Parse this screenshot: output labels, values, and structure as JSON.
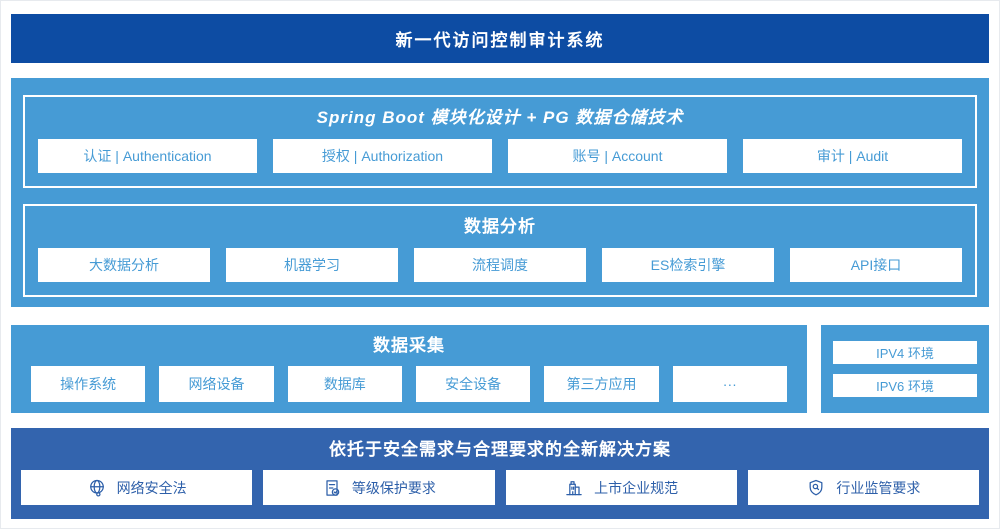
{
  "colors": {
    "banner-blue": "#0d4ca3",
    "light-blue": "#469bd5",
    "solution-blue": "#3364ae",
    "solution-text": "#2d5fa9"
  },
  "banner": {
    "title": "新一代访问控制审计系统"
  },
  "architecture": {
    "modules_panel": {
      "title": "Spring Boot 模块化设计 + PG 数据仓储技术",
      "items": [
        "认证 | Authentication",
        "授权 | Authorization",
        "账号 | Account",
        "审计 | Audit"
      ]
    },
    "analysis_panel": {
      "title": "数据分析",
      "items": [
        "大数据分析",
        "机器学习",
        "流程调度",
        "ES检索引擎",
        "API接口"
      ]
    }
  },
  "collection": {
    "title": "数据采集",
    "items": [
      "操作系统",
      "网络设备",
      "数据库",
      "安全设备",
      "第三方应用",
      "···"
    ],
    "env_box": {
      "items": [
        "IPV4 环境",
        "IPV6 环境"
      ]
    }
  },
  "solution": {
    "title": "依托于安全需求与合理要求的全新解决方案",
    "items": [
      {
        "icon": "globe-icon",
        "label": "网络安全法"
      },
      {
        "icon": "document-check-icon",
        "label": "等级保护要求"
      },
      {
        "icon": "building-icon",
        "label": "上市企业规范"
      },
      {
        "icon": "shield-search-icon",
        "label": "行业监管要求"
      }
    ]
  }
}
